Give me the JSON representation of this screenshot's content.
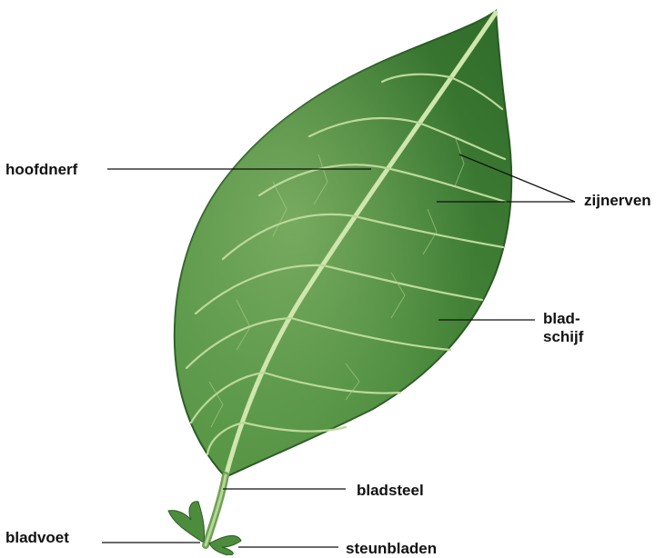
{
  "labels": {
    "hoofdnerf": "hoofdnerf",
    "zijnerven": "zijnerven",
    "bladschijf_line1": "blad-",
    "bladschijf_line2": "schijf",
    "bladsteel": "bladsteel",
    "bladvoet": "bladvoet",
    "steunbladen": "steunbladen"
  },
  "colors": {
    "leaf_dark": "#2f6b2a",
    "leaf_mid": "#4e8a3e",
    "leaf_light": "#86b56a",
    "vein": "#c9e2a8",
    "leader_line": "#111111"
  }
}
